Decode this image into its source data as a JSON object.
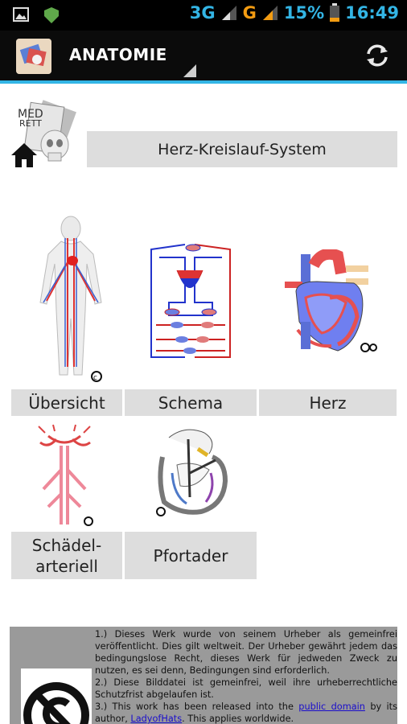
{
  "statusbar": {
    "net1": "3G",
    "net2": "G",
    "battery": "15%",
    "time": "16:49"
  },
  "actionbar": {
    "title": "ANATOMIE",
    "icons": [
      "app-logo",
      "refresh-icon"
    ]
  },
  "header": {
    "logo_text_1": "MED",
    "logo_text_2": "RETT",
    "section_title": "Herz-Kreislauf-System"
  },
  "tiles": [
    {
      "label": "Übersicht"
    },
    {
      "label": "Schema"
    },
    {
      "label": "Herz"
    },
    {
      "label_line1": "Schädel-",
      "label_line2": "arteriell"
    },
    {
      "label": "Pfortader"
    }
  ],
  "license": {
    "p1": "1.) Dieses Werk wurde von seinem Urheber als gemeinfrei veröffentlicht. Dies gilt weltweit. Der Urheber gewährt jedem das bedingungslose Recht, dieses Werk für jedweden Zweck zu nutzen, es sei denn, Bedingungen sind erforderlich.",
    "p2": "2.) Diese Bilddatei ist gemeinfrei, weil ihre urheberrechtliche Schutzfrist abgelaufen ist.",
    "p3_pre": "3.) This work has been released into the ",
    "p3_link": "public domain",
    "p3_mid": " by its author, ",
    "p3_author": "LadyofHats",
    "p3_post": ". This applies worldwide."
  },
  "colors": {
    "accent": "#33b5e5",
    "tile_bg": "#dddddd",
    "license_bg": "#9a9a9a"
  }
}
